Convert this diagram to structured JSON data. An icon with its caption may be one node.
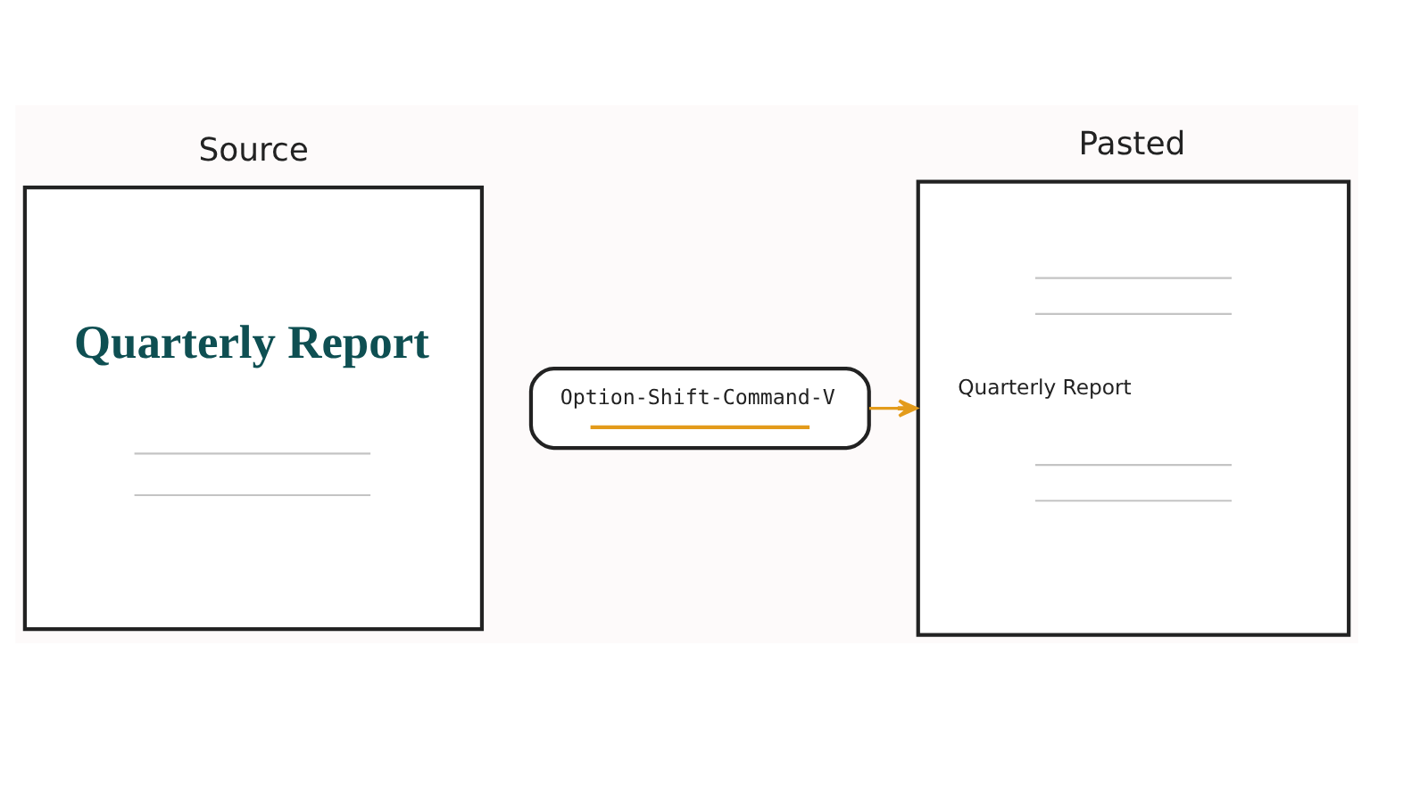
{
  "diagram": {
    "nodes": [
      {
        "text": [
          "Source",
          "Quarterly Report"
        ]
      },
      {
        "text": [
          "Option-Shift-Command-V"
        ]
      },
      {
        "text": [
          "Pasted",
          "Quarterly Report"
        ]
      }
    ],
    "edges": [
      {
        "from": 1,
        "to": 2,
        "arrow": "to"
      }
    ]
  }
}
